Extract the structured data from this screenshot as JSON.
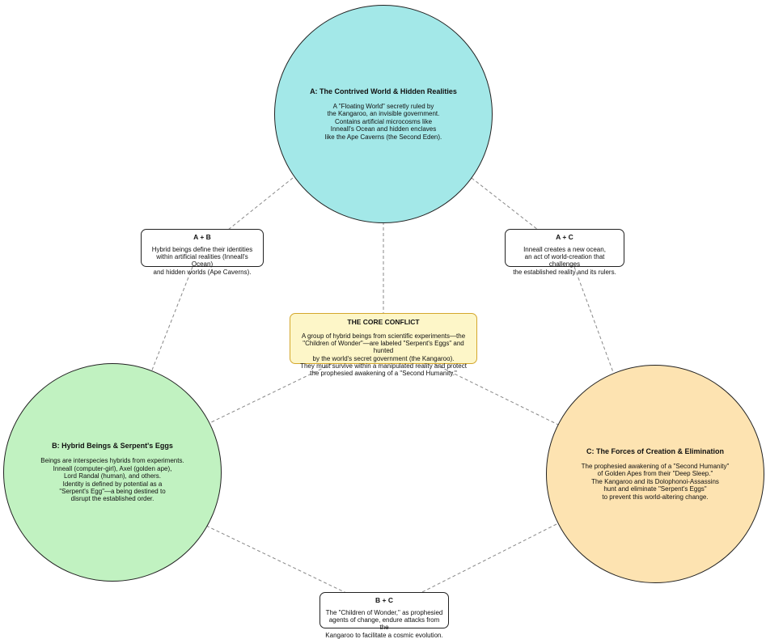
{
  "colors": {
    "circle_a": "#a3e8e8",
    "circle_b": "#c1f2c1",
    "circle_c": "#fde3b1",
    "core_fill": "#fdf6c8",
    "core_border": "#d4a72c",
    "connector": "#888888"
  },
  "circles": {
    "a": {
      "title": "A: The Contrived World & Hidden Realities",
      "body": "A \"Floating World\" secretly ruled by\nthe Kangaroo, an invisible government.\nContains artificial microcosms like\nInneall's Ocean and hidden enclaves\nlike the Ape Caverns (the Second Eden)."
    },
    "b": {
      "title": "B: Hybrid Beings & Serpent's Eggs",
      "body": "Beings are interspecies hybrids from experiments.\nInneall (computer-girl), Axel (golden ape),\nLord Randal (human), and others.\nIdentity is defined by potential as a\n\"Serpent's Egg\"—a being destined to\ndisrupt the established order."
    },
    "c": {
      "title": "C: The Forces of Creation & Elimination",
      "body": "The prophesied awakening of a \"Second Humanity\"\nof Golden Apes from their \"Deep Sleep.\"\nThe Kangaroo and its Dolophonoi-Assassins\nhunt and eliminate \"Serpent's Eggs\"\nto prevent this world-altering change."
    }
  },
  "boxes": {
    "ab": {
      "title": "A + B",
      "body": "Hybrid beings define their identities\nwithin artificial realities (Inneall's Ocean)\nand hidden worlds (Ape Caverns)."
    },
    "ac": {
      "title": "A + C",
      "body": "Inneall creates a new ocean,\nan act of world-creation that challenges\nthe established reality and its rulers."
    },
    "bc": {
      "title": "B + C",
      "body": "The \"Children of Wonder,\" as prophesied\nagents of change, endure attacks from the\nKangaroo to facilitate a cosmic evolution."
    }
  },
  "core": {
    "title": "THE CORE CONFLICT",
    "body": "A group of hybrid beings from scientific experiments—the\n\"Children of Wonder\"—are labeled \"Serpent's Eggs\" and hunted\nby the world's secret government (the Kangaroo).\nThey must survive within a manipulated reality and protect\nthe prophesied awakening of a \"Second Humanity.\""
  }
}
